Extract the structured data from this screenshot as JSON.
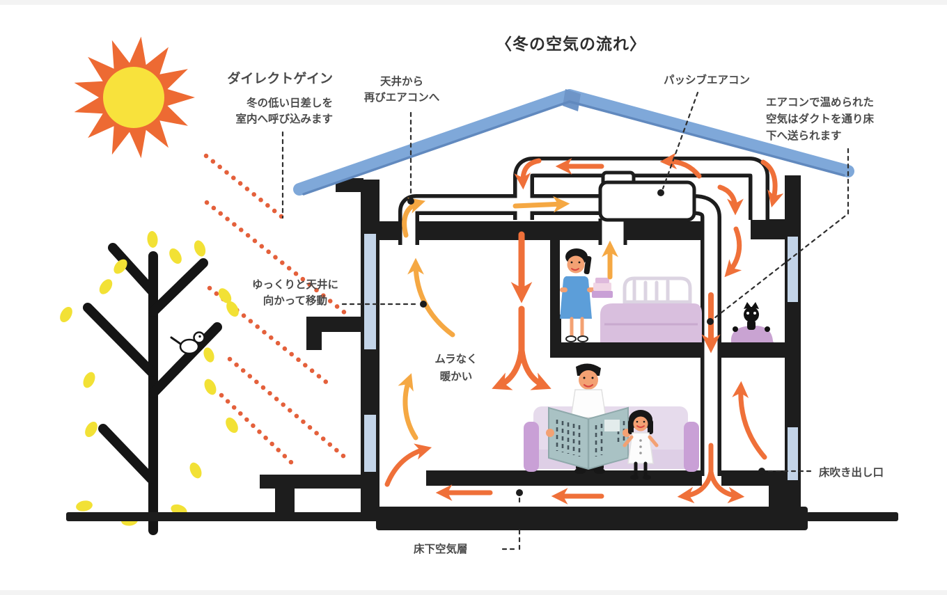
{
  "title": "〈冬の空気の流れ〉",
  "labels": {
    "direct_gain": {
      "heading": "ダイレクトゲイン",
      "line1": "冬の低い日差しを",
      "line2": "室内へ呼び込みます"
    },
    "ceiling_return": {
      "line1": "天井から",
      "line2": "再びエアコンへ"
    },
    "passive_aircon": {
      "text": "パッシブエアコン"
    },
    "duct_supply": {
      "line1": "エアコンで温められた",
      "line2": "空気はダクトを通り床",
      "line3": "下へ送られます"
    },
    "slow_rise": {
      "line1": "ゆっくりと天井に",
      "line2": "向かって移動"
    },
    "even_warmth": {
      "line1": "ムラなく",
      "line2": "暖かい"
    },
    "floor_outlet": {
      "text": "床吹き出し口"
    },
    "underfloor_air_layer": {
      "text": "床下空気層"
    }
  },
  "colors": {
    "arrow_orange": "#EF7039",
    "arrow_yellow": "#F5A843",
    "sun_ray_dotted": "#E4603B",
    "roof_blue": "#7FA8D9",
    "roof_line_blue": "#6189BE",
    "sun_orange": "#ED6A33",
    "sun_yellow": "#F8E23C",
    "window_blue": "#C3D4E8",
    "ink_black": "#1D1D1D",
    "leaf_yellow": "#F2E135",
    "sofa_lavender": "#E6DBEC",
    "accent_purple": "#C9A0D6",
    "bed_lavender": "#D9BFDE",
    "newspaper_teal": "#A9C2C4",
    "skin": "#F3A173",
    "dress_blue": "#5C9ED9"
  }
}
